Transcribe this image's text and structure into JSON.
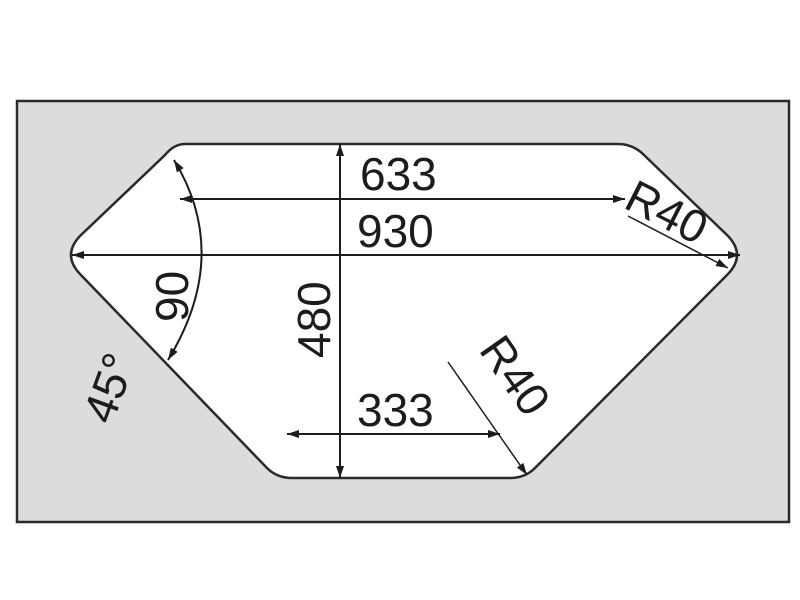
{
  "colors": {
    "panel": "#dcdcdc",
    "outline": "#2a2a2a",
    "sink": "#ffffff"
  },
  "dimensions": {
    "top_width": "633",
    "overall_width": "930",
    "depth": "480",
    "bottom_width": "333",
    "radius_top": "R40",
    "radius_bottom": "R40",
    "angle_inner": "90",
    "angle_outer": "45°"
  }
}
